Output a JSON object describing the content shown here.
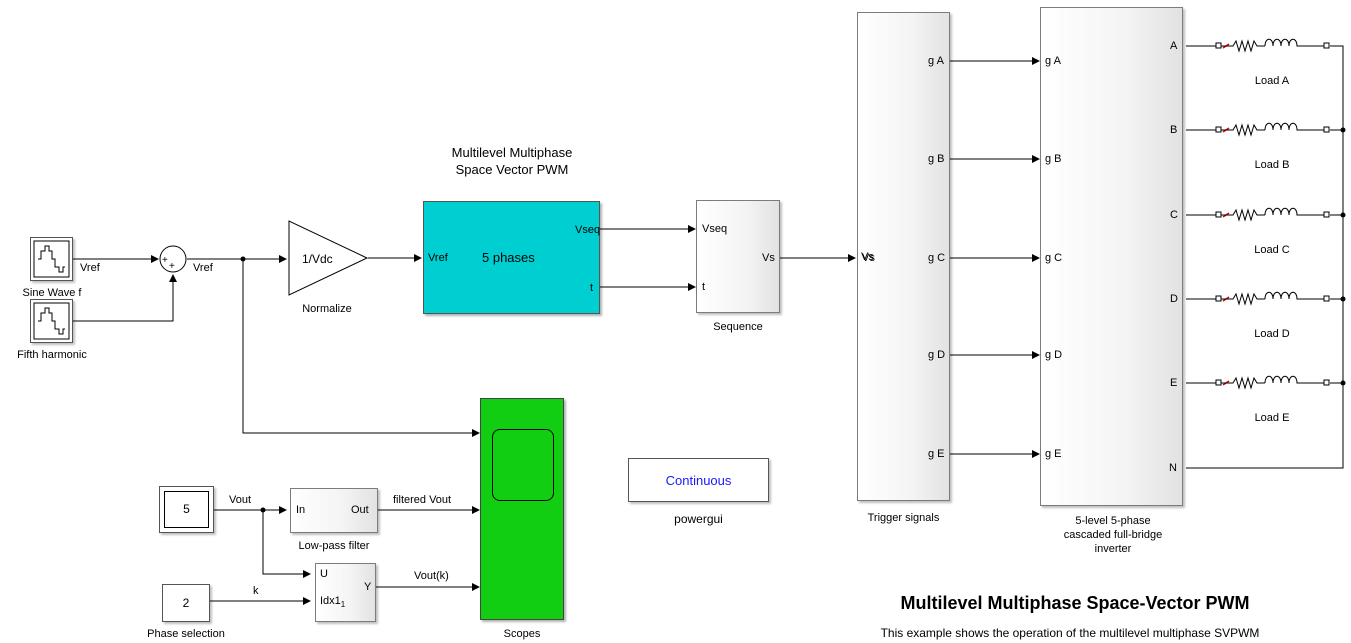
{
  "title": {
    "heading": "Multilevel Multiphase Space-Vector PWM",
    "description": "This example shows the operation of the multilevel multiphase SVPWM"
  },
  "svpwm_block": {
    "caption_line1": "Multilevel Multiphase",
    "caption_line2": "Space Vector PWM",
    "center_text": "5 phases",
    "in_vref": "Vref",
    "out_vseq": "Vseq",
    "out_t": "t"
  },
  "sources": {
    "sine_label": "Sine Wave f",
    "fifth_label": "Fifth harmonic"
  },
  "sum_plus": "+",
  "wires": {
    "vref_sine": "Vref",
    "vref_sum": "Vref",
    "vout": "Vout",
    "k": "k",
    "filtered_vout": "filtered Vout",
    "vout_k": "Vout(k)",
    "vs": "Vs"
  },
  "gain": {
    "text": "1/Vdc",
    "label": "Normalize"
  },
  "sequence": {
    "in_vseq": "Vseq",
    "in_t": "t",
    "out_vs": "Vs",
    "label": "Sequence"
  },
  "trigger": {
    "in_vs": "Vs",
    "outputs": [
      "g A",
      "g B",
      "g C",
      "g D",
      "g E"
    ],
    "label": "Trigger signals"
  },
  "inverter": {
    "inputs": [
      "g A",
      "g B",
      "g C",
      "g D",
      "g E"
    ],
    "outputs": [
      "A",
      "B",
      "C",
      "D",
      "E",
      "N"
    ],
    "label_line1": "5-level 5-phase",
    "label_line2": "cascaded full-bridge",
    "label_line3": "inverter"
  },
  "loads": [
    "Load A",
    "Load B",
    "Load C",
    "Load D",
    "Load E"
  ],
  "constant5": {
    "value": "5"
  },
  "phase_sel": {
    "value": "2",
    "label": "Phase selection"
  },
  "lpf": {
    "in": "In",
    "out": "Out",
    "label": "Low-pass filter"
  },
  "selector": {
    "in_u": "U",
    "in_idx": "Idx1",
    "idx_sub": "1",
    "out_y": "Y"
  },
  "scopes": {
    "label": "Scopes"
  },
  "powergui": {
    "button": "Continuous",
    "label": "powergui"
  },
  "colors": {
    "svpwm": "#00cfd2",
    "scopes": "#12ce12",
    "continuous_text": "#1a1aff"
  }
}
